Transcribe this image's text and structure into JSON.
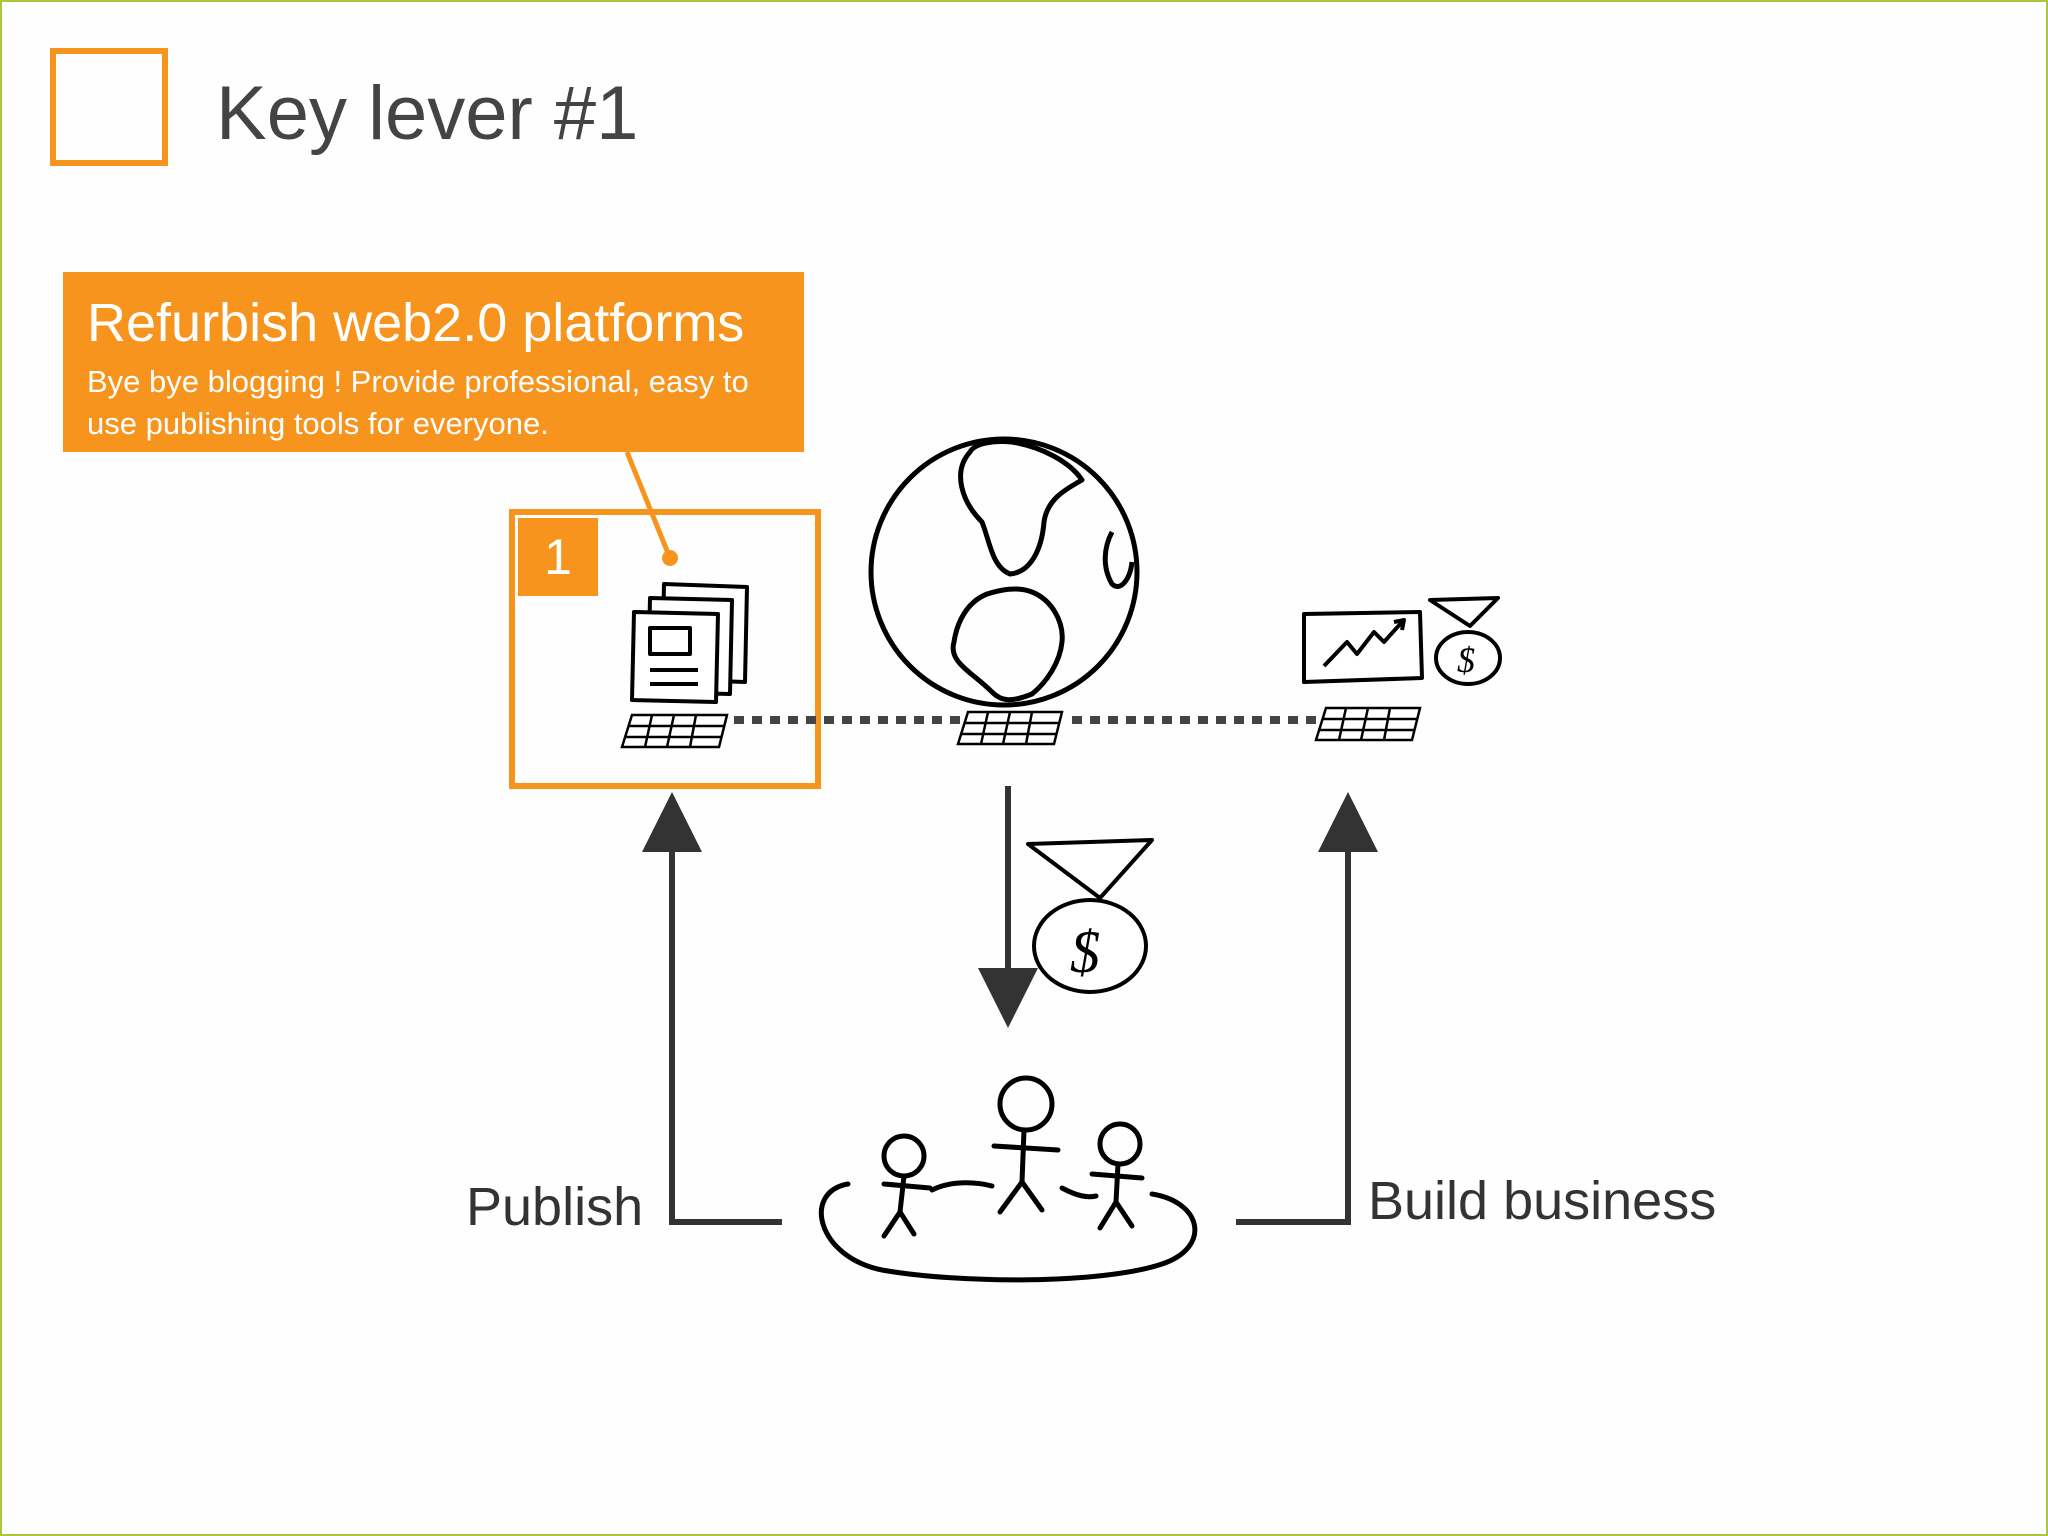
{
  "title": "Key lever #1",
  "callout": {
    "heading": "Refurbish web2.0 platforms",
    "body": "Bye bye blogging ! Provide  professional, easy to use publishing tools for everyone."
  },
  "step_number": "1",
  "labels": {
    "publish": "Publish",
    "build_business": "Build business"
  },
  "money_symbol": "$",
  "colors": {
    "accent": "#f7941d",
    "frame": "#a8c83c",
    "ink": "#000000",
    "arrow": "#333333"
  }
}
